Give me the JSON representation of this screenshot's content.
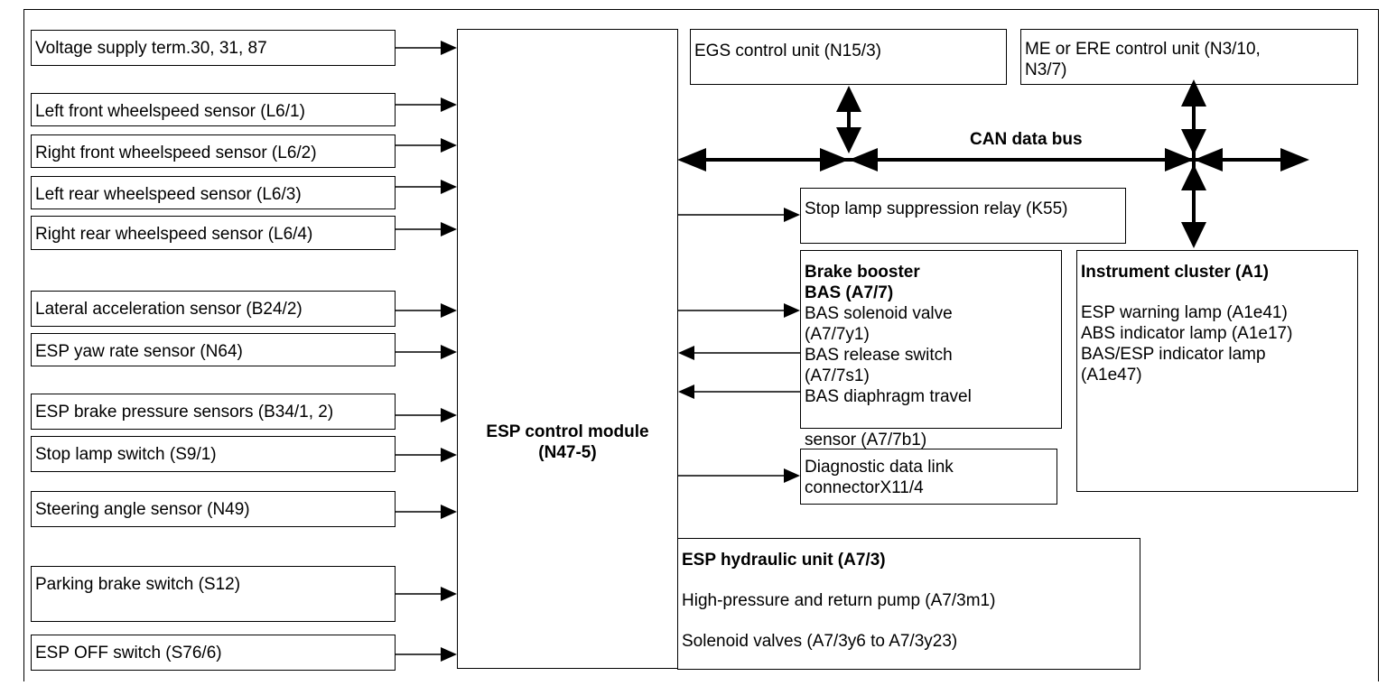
{
  "inputs": [
    "Voltage supply term.30, 31, 87",
    "Left front wheelspeed sensor (L6/1)",
    "Right front wheelspeed sensor (L6/2)",
    "Left rear wheelspeed sensor (L6/3)",
    "Right rear wheelspeed sensor (L6/4)",
    "Lateral acceleration sensor (B24/2)",
    "ESP yaw rate sensor (N64)",
    "ESP brake pressure sensors (B34/1, 2)",
    "Stop lamp switch (S9/1)",
    "Steering angle sensor (N49)",
    "Parking brake switch (S12)",
    "ESP OFF switch (S76/6)"
  ],
  "control_module": {
    "line1": "ESP control module",
    "line2": "(N47-5)"
  },
  "egs": {
    "label": "EGS control unit (N15/3)"
  },
  "me": {
    "line1": "ME or ERE control unit (N3/10,",
    "line2": "N3/7)"
  },
  "bus": {
    "label": "CAN data bus"
  },
  "stop_relay": {
    "label": "Stop lamp suppression relay (K55)"
  },
  "brake_booster": {
    "title1": "Brake booster",
    "title2": "BAS (A7/7)",
    "lines": [
      "BAS solenoid valve",
      "(A7/7y1)",
      "BAS release switch",
      "(A7/7s1)",
      "BAS diaphragm travel",
      "sensor (A7/7b1)"
    ]
  },
  "diag": {
    "line1": "Diagnostic data link",
    "line2": "connectorX11/4"
  },
  "cluster": {
    "title": "Instrument cluster (A1)",
    "lines": [
      "ESP warning lamp (A1e41)",
      "ABS indicator lamp (A1e17)",
      "BAS/ESP indicator lamp",
      "(A1e47)"
    ]
  },
  "hydraulic": {
    "title": "ESP hydraulic unit (A7/3)",
    "line1": "High-pressure and return pump (A7/3m1)",
    "line2": "Solenoid valves (A7/3y6 to A7/3y23)"
  }
}
